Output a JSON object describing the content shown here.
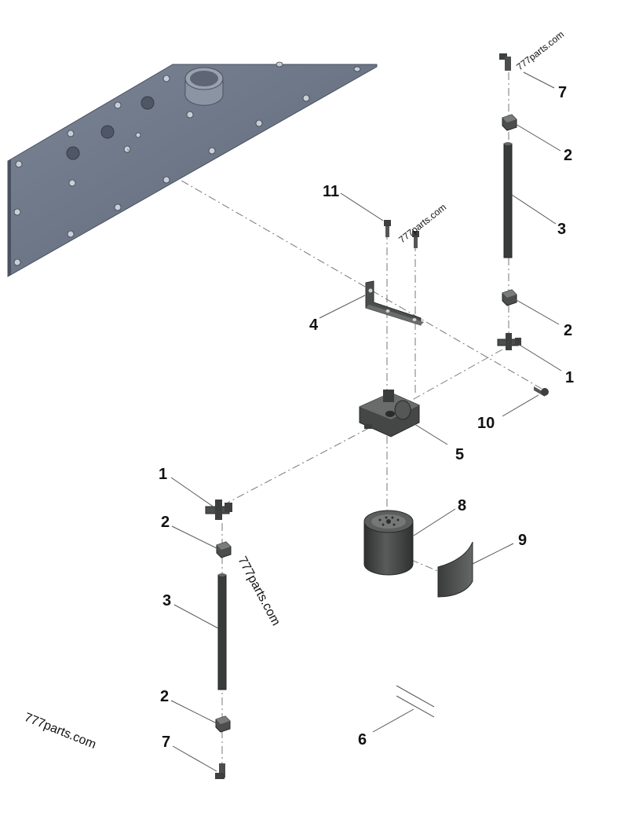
{
  "callouts": {
    "c1a": "1",
    "c1b": "1",
    "c2a": "2",
    "c2b": "2",
    "c2c": "2",
    "c2d": "2",
    "c3a": "3",
    "c3b": "3",
    "c4": "4",
    "c5": "5",
    "c6": "6",
    "c7a": "7",
    "c7b": "7",
    "c8": "8",
    "c9": "9",
    "c10": "10",
    "c11": "11"
  },
  "watermarks": {
    "w1": "777parts.com",
    "w2": "777parts.com",
    "w3": "777parts.com",
    "w4": "777parts.com"
  },
  "colors": {
    "plate": "#6b7585",
    "plate_edge": "#4a5260",
    "part": "#3e4040",
    "part_light": "#6a6c6c"
  }
}
